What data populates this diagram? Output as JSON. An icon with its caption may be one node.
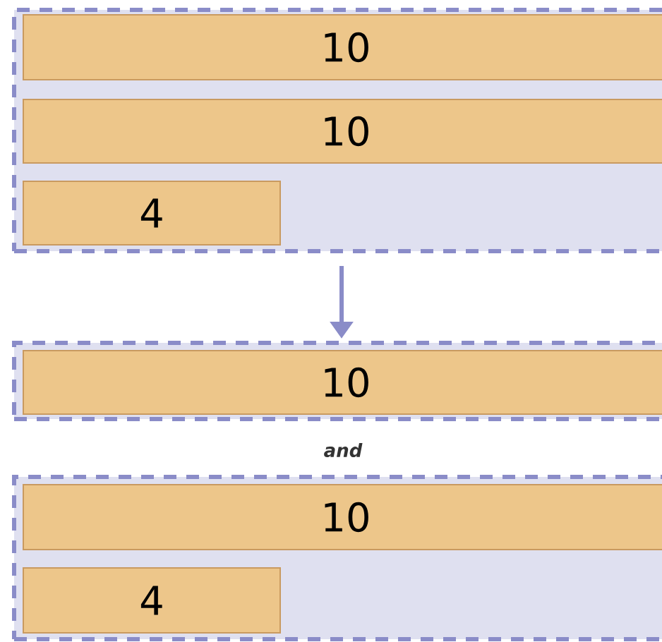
{
  "diagram": {
    "nodes": [
      {
        "text": [],
        "shape": "box"
      },
      {
        "text": [
          "10"
        ],
        "in": 0
      },
      {
        "text": [
          "10"
        ],
        "in": 0
      },
      {
        "text": [
          "4"
        ],
        "in": 0
      },
      {
        "text": [],
        "shape": "box"
      },
      {
        "text": [
          "10"
        ],
        "in": 4
      },
      {
        "text": [],
        "shape": "box"
      },
      {
        "text": [
          "10"
        ],
        "in": 6
      },
      {
        "text": [
          "4"
        ],
        "in": 6
      }
    ],
    "edges": [
      {
        "from": 0,
        "to": 4,
        "arrow": "to"
      }
    ],
    "labels": [
      "and"
    ]
  }
}
